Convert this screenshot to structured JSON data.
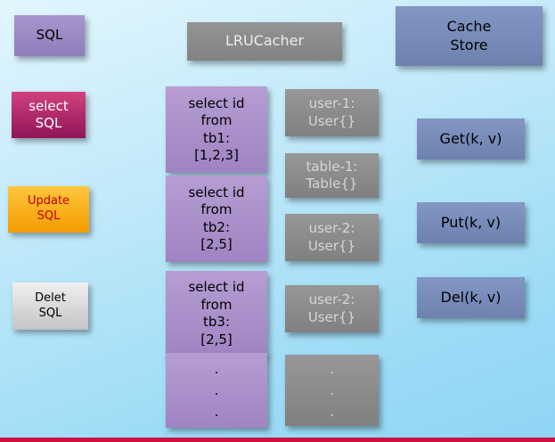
{
  "left_column": {
    "sql": "SQL",
    "select_sql": [
      "select",
      "SQL"
    ],
    "update_sql": [
      "Update",
      "SQL"
    ],
    "delete_sql": [
      "Delet",
      "SQL"
    ]
  },
  "middle": {
    "lru_cacher": "LRUCacher",
    "queries": [
      {
        "lines": [
          "select id",
          "from",
          "tb1:",
          "[1,2,3]"
        ]
      },
      {
        "lines": [
          "select id",
          "from",
          "tb2:",
          "[2,5]"
        ]
      },
      {
        "lines": [
          "select id",
          "from",
          "tb3:",
          "[2,5]"
        ]
      },
      {
        "lines": [
          ".",
          ".",
          "."
        ]
      }
    ]
  },
  "cache_entries": [
    {
      "lines": [
        "user-1:",
        "User{}"
      ]
    },
    {
      "lines": [
        "table-1:",
        "Table{}"
      ]
    },
    {
      "lines": [
        "user-2:",
        "User{}"
      ]
    },
    {
      "lines": [
        "user-2:",
        "User{}"
      ]
    },
    {
      "lines": [
        ".",
        ".",
        "."
      ]
    }
  ],
  "right_column": {
    "cache_store": [
      "Cache",
      "Store"
    ],
    "operations": [
      "Get(k, v)",
      "Put(k, v)",
      "Del(k, v)"
    ]
  },
  "colors": {
    "background_top": "#e2f6fd",
    "background_bottom": "#8ed5f4",
    "purple_block": "#a896ce",
    "query_block": "#ab90c9",
    "magenta_block": "#c22668",
    "orange_block": "#f9ad1b",
    "silver_block": "#d8d8d8",
    "gray_block": "#8c8c8c",
    "slate_block": "#7b8cba",
    "bottom_strip": "#cf1044"
  }
}
